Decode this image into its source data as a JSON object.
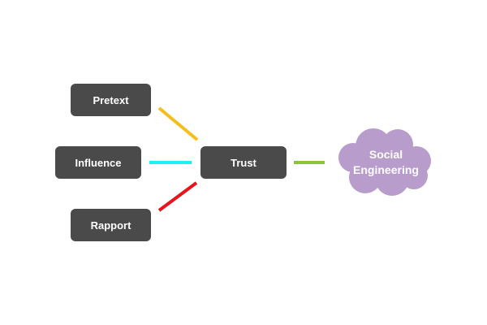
{
  "nodes": {
    "pretext": "Pretext",
    "influence": "Influence",
    "rapport": "Rapport",
    "trust": "Trust",
    "goal": "Social\nEngineering"
  },
  "colors": {
    "node_fill": "#4a4a4a",
    "node_text": "#ffffff",
    "cloud_fill": "#b89ccb",
    "link_pretext": "#f5be1c",
    "link_influence": "#1ff0f7",
    "link_rapport": "#e8141c",
    "link_goal": "#8bc43c"
  }
}
